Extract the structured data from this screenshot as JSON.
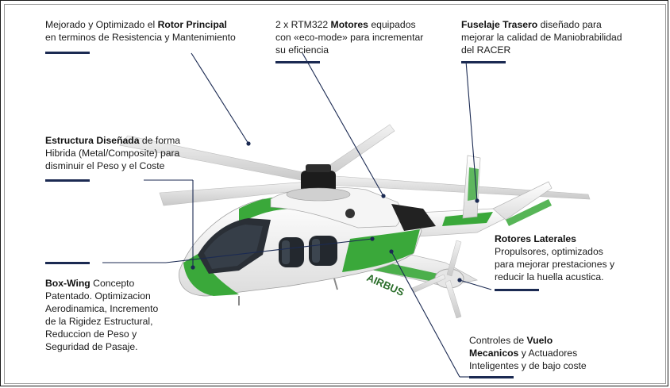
{
  "callouts": {
    "rotor": {
      "pre": "Mejorado y Optimizado el ",
      "bold": "Rotor Principal",
      "post": "",
      "line2": "en terminos de Resistencia y Mantenimiento"
    },
    "motores": {
      "pre": "2 x RTM322 ",
      "bold": "Motores",
      "post": " equipados",
      "line2": "con «eco-mode» para incrementar",
      "line3": "su eficiencia"
    },
    "fuselaje": {
      "bold": "Fuselaje Trasero",
      "post": " diseñado para",
      "line2": "mejorar la calidad de Maniobrabilidad",
      "line3": "del RACER"
    },
    "estructura": {
      "bold": "Estructura Diseñada",
      "post": " de forma",
      "line2": "Hibrida (Metal/Composite) para",
      "line3": "disminuir el Peso y el Coste"
    },
    "rotores_laterales": {
      "bold": "Rotores Laterales",
      "line2": "Propulsores, optimizados",
      "line3": "para mejorar prestaciones y",
      "line4": "reducir la huella acustica."
    },
    "boxwing": {
      "bold": "Box-Wing",
      "post": " Concepto",
      "line2": "Patentado. Optimizacion",
      "line3": "Aerodinamica, Incremento",
      "line4": "de la Rigidez Estructural,",
      "line5": "Reduccion de Peso y",
      "line6": "Seguridad de Pasaje."
    },
    "controles": {
      "pre": "Controles de ",
      "bold": "Vuelo",
      "line2bold": "Mecanicos",
      "line2post": " y Actuadores",
      "line3": "Inteligentes  y de bajo coste"
    }
  },
  "fuselage_brand": "AIRBUS",
  "colors": {
    "accent_bar": "#1b2a52",
    "livery_green": "#3aa83a",
    "leader_line": "#1b2a52"
  }
}
